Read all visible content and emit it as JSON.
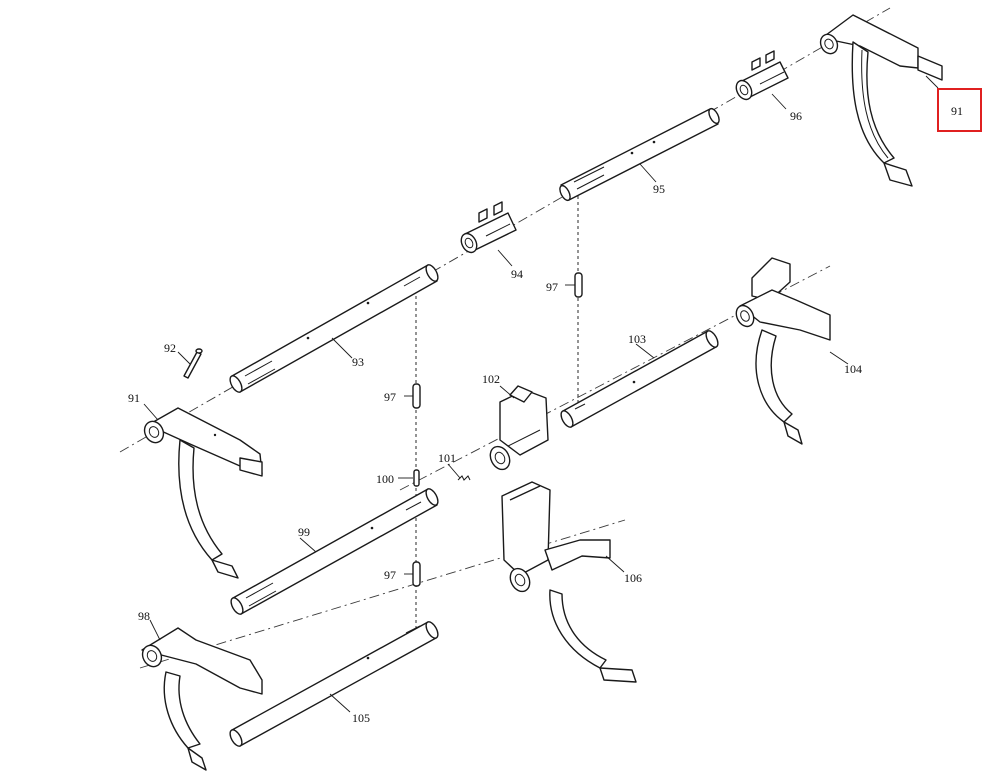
{
  "callouts": {
    "c91_top": "91",
    "c91_left": "91",
    "c92": "92",
    "c93": "93",
    "c94": "94",
    "c95": "95",
    "c96": "96",
    "c97_a": "97",
    "c97_b": "97",
    "c97_c": "97",
    "c98": "98",
    "c99": "99",
    "c100": "100",
    "c101": "101",
    "c102": "102",
    "c103": "103",
    "c104": "104",
    "c105": "105",
    "c106": "106"
  },
  "highlight": {
    "target": "91",
    "color": "#e02020"
  },
  "colors": {
    "line": "#1a1a1a",
    "background": "#ffffff"
  }
}
